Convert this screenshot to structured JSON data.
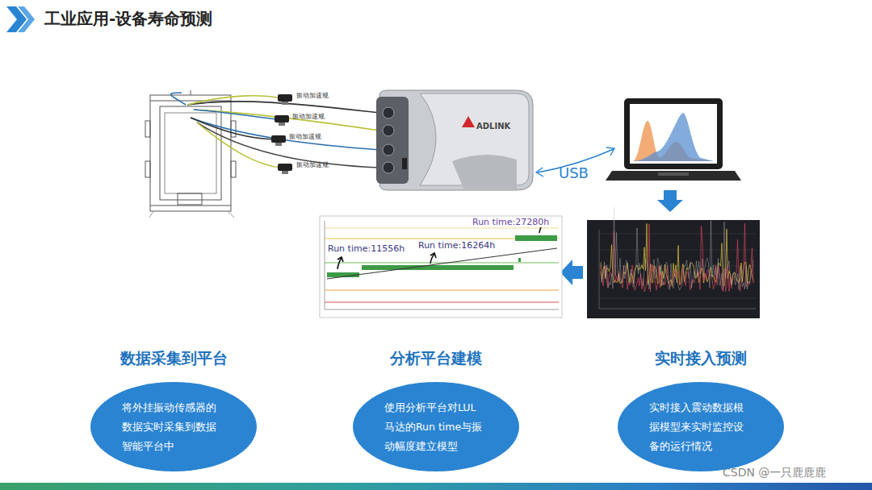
{
  "diagram": {
    "title": "工业应用-设备寿命预测",
    "nodes": [
      {
        "text": [
          "数据采集到平台",
          "将外挂振动传感器的 数据实时采集到数据 智能平台中"
        ]
      },
      {
        "text": [
          "分析平台建模",
          "使用分析平台对LUL 马达的Run time与振 动幅度建立模型"
        ]
      },
      {
        "text": [
          "实时接入预测",
          "实时接入震动数据根 据模型来实时监控设 备的运行情况"
        ]
      }
    ],
    "labels": [
      "振动加速规",
      "振动加速规",
      "振动加速规",
      "振动加速规",
      "ADLINK",
      "USB",
      "Run time:11556h",
      "Run time:16264h",
      "Run time:27280h",
      "CSDN @一只鹿鹿鹿"
    ]
  }
}
